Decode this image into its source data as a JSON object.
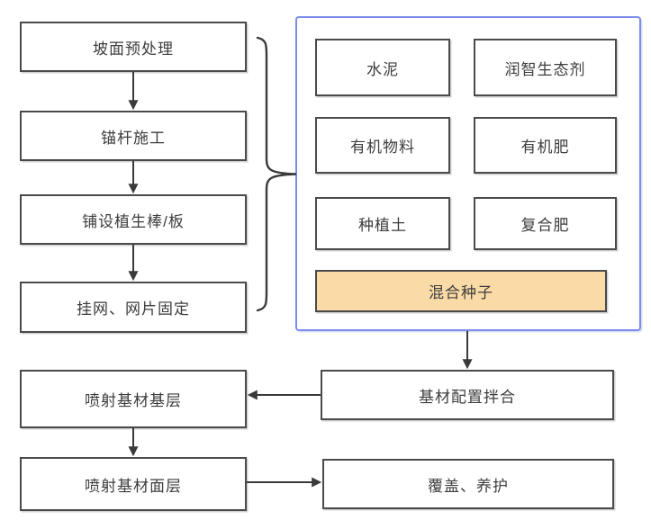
{
  "colors": {
    "panel_border": "#7B8CEB",
    "highlight_fill": "#FADBA7",
    "box_border": "#4A4A4A",
    "arrow": "#3A3A3A",
    "text": "#3D3D3D"
  },
  "flow": {
    "steps_left": [
      {
        "label": "坡面预处理"
      },
      {
        "label": "锚杆施工"
      },
      {
        "label": "铺设植生棒/板"
      },
      {
        "label": "挂网、网片固定"
      }
    ],
    "materials": {
      "items": [
        {
          "label": "水泥"
        },
        {
          "label": "润智生态剂"
        },
        {
          "label": "有机物料"
        },
        {
          "label": "有机肥"
        },
        {
          "label": "种植土"
        },
        {
          "label": "复合肥"
        }
      ],
      "highlight": {
        "label": "混合种子"
      }
    },
    "mixing": {
      "label": "基材配置拌合"
    },
    "spray_base": {
      "label": "喷射基材基层"
    },
    "spray_surface": {
      "label": "喷射基材面层"
    },
    "cover": {
      "label": "覆盖、养护"
    }
  }
}
